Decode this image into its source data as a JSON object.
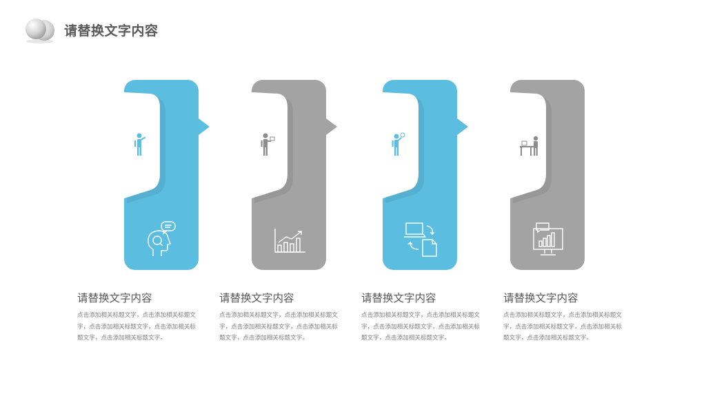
{
  "header": {
    "title": "请替换文字内容"
  },
  "colors": {
    "blue": "#5bbde0",
    "gray": "#a3a3a3",
    "white": "#ffffff",
    "title_text": "#595959",
    "body_text": "#7f7f7f"
  },
  "cards": [
    {
      "color": "#5bbde0",
      "person_icon": "person-pointing-icon",
      "bottom_icon": "head-speech-bubble-icon",
      "title": "请替换文字内容",
      "body": "点击添加相关标题文字，点击添加相关标题文字，点击添加相关标题文字，点击添加相关标题文字，点击添加相关标题文字。"
    },
    {
      "color": "#a3a3a3",
      "person_icon": "person-presenting-icon",
      "bottom_icon": "bar-chart-growth-icon",
      "title": "请替换文字内容",
      "body": "点击添加相关标题文字，点击添加相关标题文字，点击添加相关标题文字，点击添加相关标题文字，点击添加相关标题文字。"
    },
    {
      "color": "#5bbde0",
      "person_icon": "person-idea-icon",
      "bottom_icon": "computer-document-exchange-icon",
      "title": "请替换文字内容",
      "body": "点击添加相关标题文字，点击添加相关标题文字，点击添加相关标题文字，点击添加相关标题文字，点击添加相关标题文字。"
    },
    {
      "color": "#a3a3a3",
      "person_icon": "person-at-desk-icon",
      "bottom_icon": "monitor-chart-icon",
      "title": "请替换文字内容",
      "body": "点击添加相关标题文字，点击添加相关标题文字，点击添加相关标题文字，点击添加相关标题文字，点击添加相关标题文字。"
    }
  ]
}
